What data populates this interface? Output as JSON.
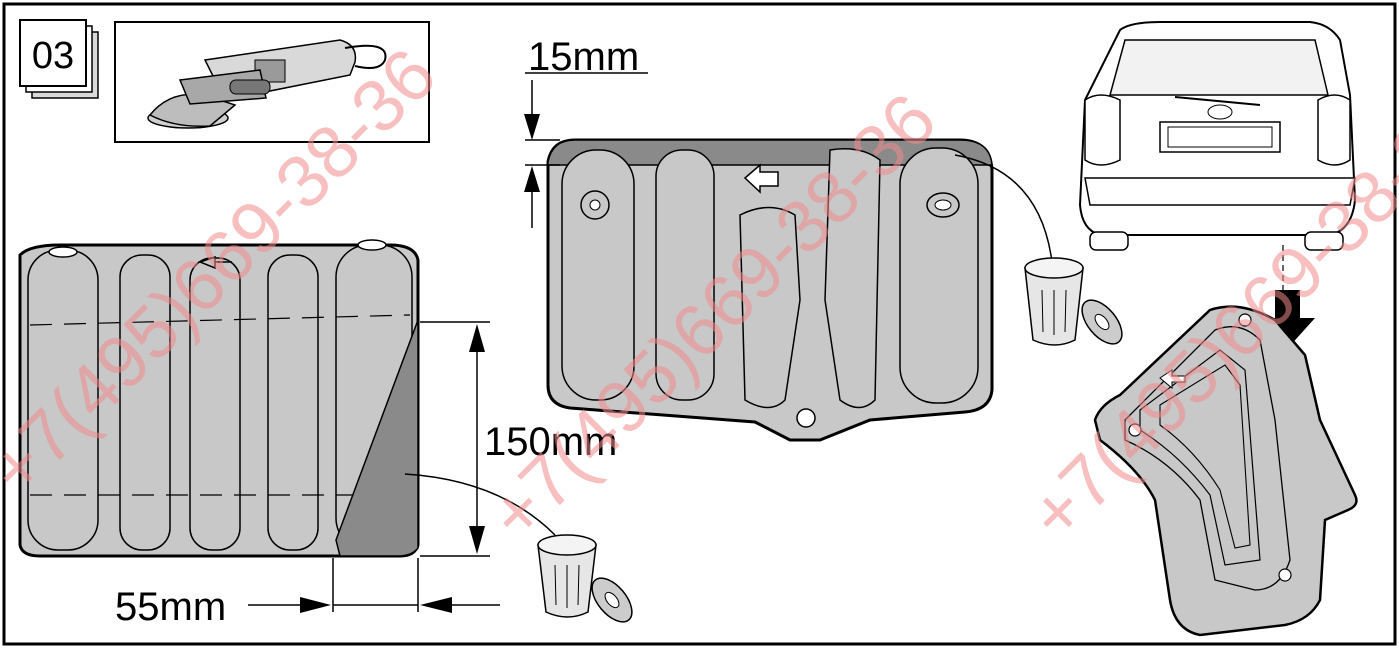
{
  "step": {
    "number": "03"
  },
  "tool_icon": "angle-grinder-icon",
  "dimensions": {
    "top_offset": "15mm",
    "height": "150mm",
    "width": "55mm"
  },
  "watermark": {
    "text": "+7(495)669-38-36",
    "color": "#f08b8b"
  },
  "colors": {
    "panel_fill": "#c8c8c8",
    "cut_region": "#8a8a8a",
    "outline": "#000000"
  }
}
